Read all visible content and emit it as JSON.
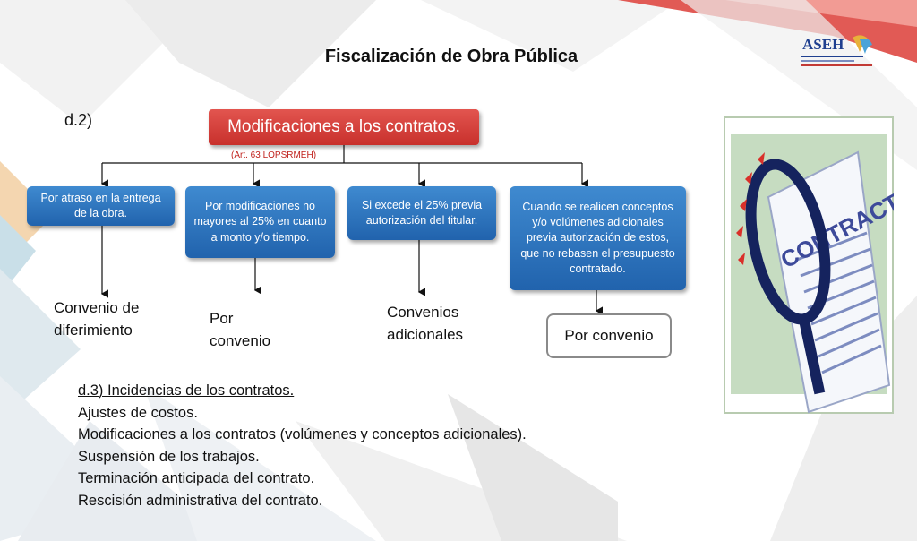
{
  "title": "Fiscalización de Obra Pública",
  "section": "d.2)",
  "main_box": "Modificaciones a los contratos.",
  "reference": "(Art. 63 LOPSRMEH)",
  "branches": [
    {
      "box": "Por atraso en la entrega de la obra.",
      "result": "Convenio de diferimiento"
    },
    {
      "box": "Por modificaciones no mayores al 25% en cuanto a monto y/o tiempo.",
      "result": "Por convenio"
    },
    {
      "box": "Si excede el 25% previa autorización del titular.",
      "result": "Convenios adicionales"
    },
    {
      "box": "Cuando se realicen conceptos y/o volúmenes adicionales previa autorización de estos, que no rebasen el presupuesto contratado.",
      "result": "Por convenio"
    }
  ],
  "incidencias": {
    "title": "d.3) Incidencias de los contratos.",
    "items": [
      "Ajustes de costos.",
      "Modificaciones a los contratos (volúmenes y conceptos adicionales).",
      "Suspensión de los trabajos.",
      "Terminación anticipada del contrato.",
      "Rescisión administrativa del contrato."
    ]
  },
  "logo": {
    "text": "ASEH"
  },
  "image": {
    "word": "CONTRACT"
  },
  "colors": {
    "red": "#d23a35",
    "blue": "#2b6fbe",
    "logo_blue": "#1f3f8f"
  }
}
